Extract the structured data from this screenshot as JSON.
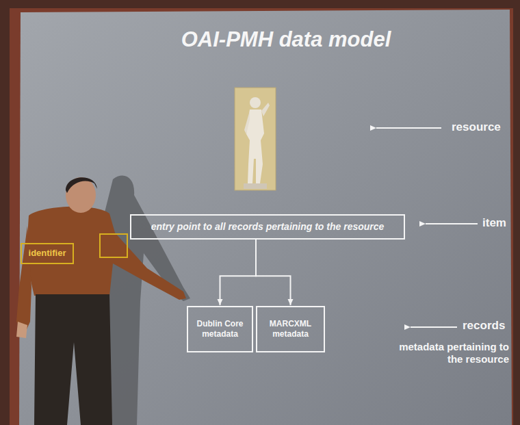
{
  "diagram": {
    "title": "OAI-PMH data model",
    "nodes": [
      {
        "text": [
          "entry point to all records pertaining to the resource"
        ]
      },
      {
        "text": [
          "identifier"
        ]
      },
      {
        "text": [
          "Dublin Core metadata"
        ]
      },
      {
        "text": [
          "MARCXML metadata"
        ]
      }
    ],
    "edges": [
      {
        "from": 0,
        "to": 2,
        "arrow": "to"
      },
      {
        "from": 0,
        "to": 3,
        "arrow": "to"
      }
    ],
    "labels": [
      "resource",
      "item",
      "records",
      "metadata pertaining to the resource"
    ]
  }
}
